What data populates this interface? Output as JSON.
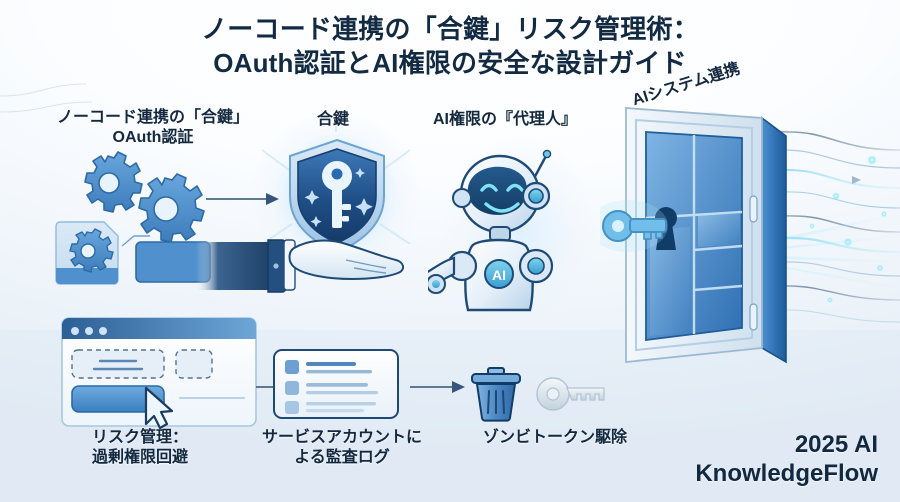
{
  "title": {
    "line1": "ノーコード連携の「合鍵」リスク管理術：",
    "line2": "OAuth認証とAI権限の安全な設計ガイド"
  },
  "captions": {
    "oauth": "ノーコード連携の「合鍵」\nOAuth認証",
    "spare_key": "合鍵",
    "ai_agent": "AI権限の『代理人』",
    "ai_system_link": "AIシステム連携",
    "risk": "リスク管理：\n過剰権限回避",
    "audit": "サービスアカウントに\nよる監査ログ",
    "zombie": "ゾンビトークン駆除"
  },
  "brand": {
    "line1": "2025 AI",
    "line2": "KnowledgeFlow"
  },
  "robot": {
    "chest_label": "AI"
  },
  "colors": {
    "background_top": "#ffffff",
    "background_bottom": "#e3ecf5",
    "text_dark": "#14283f",
    "accent_blue": "#3f85cf",
    "accent_deep": "#1f4e86",
    "accent_light": "#9ec8ea",
    "glow_cyan": "#7fe4f5",
    "shield_blue": "#2a6cb0",
    "key_silver": "#cfdae3",
    "arrow_gray": "#4a6780"
  }
}
